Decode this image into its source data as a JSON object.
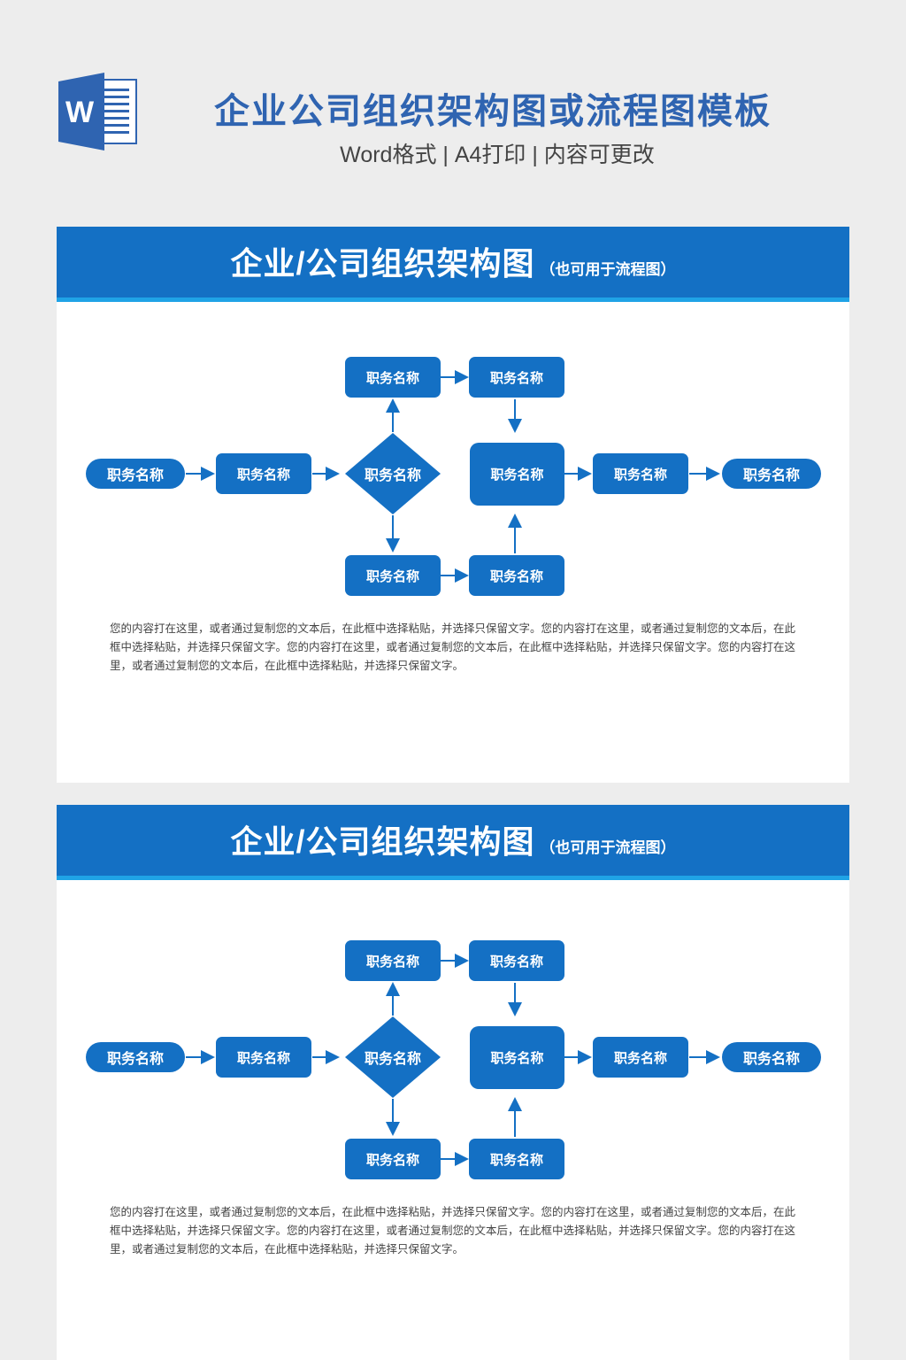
{
  "header": {
    "app_icon": "word-document-icon",
    "app_icon_letter": "W",
    "title": "企业公司组织架构图或流程图模板",
    "subtitle": "Word格式 | A4打印 | 内容可更改"
  },
  "colors": {
    "primary": "#1470c4",
    "accent": "#1fa3e6",
    "title": "#2f64b1",
    "background": "#ededed"
  },
  "cards": [
    {
      "title": "企业/公司组织架构图",
      "subtitle": "（也可用于流程图）",
      "nodes": {
        "start": "职务名称",
        "step1": "职务名称",
        "decision": "职务名称",
        "top_left": "职务名称",
        "top_right": "职务名称",
        "bottom_left": "职务名称",
        "bottom_right": "职务名称",
        "center": "职务名称",
        "step2": "职务名称",
        "end": "职务名称"
      },
      "description": "您的内容打在这里，或者通过复制您的文本后，在此框中选择粘贴，并选择只保留文字。您的内容打在这里，或者通过复制您的文本后，在此框中选择粘贴，并选择只保留文字。您的内容打在这里，或者通过复制您的文本后，在此框中选择粘贴，并选择只保留文字。您的内容打在这里，或者通过复制您的文本后，在此框中选择粘贴，并选择只保留文字。"
    },
    {
      "title": "企业/公司组织架构图",
      "subtitle": "（也可用于流程图）",
      "nodes": {
        "start": "职务名称",
        "step1": "职务名称",
        "decision": "职务名称",
        "top_left": "职务名称",
        "top_right": "职务名称",
        "bottom_left": "职务名称",
        "bottom_right": "职务名称",
        "center": "职务名称",
        "step2": "职务名称",
        "end": "职务名称"
      },
      "description": "您的内容打在这里，或者通过复制您的文本后，在此框中选择粘贴，并选择只保留文字。您的内容打在这里，或者通过复制您的文本后，在此框中选择粘贴，并选择只保留文字。您的内容打在这里，或者通过复制您的文本后，在此框中选择粘贴，并选择只保留文字。您的内容打在这里，或者通过复制您的文本后，在此框中选择粘贴，并选择只保留文字。"
    }
  ]
}
